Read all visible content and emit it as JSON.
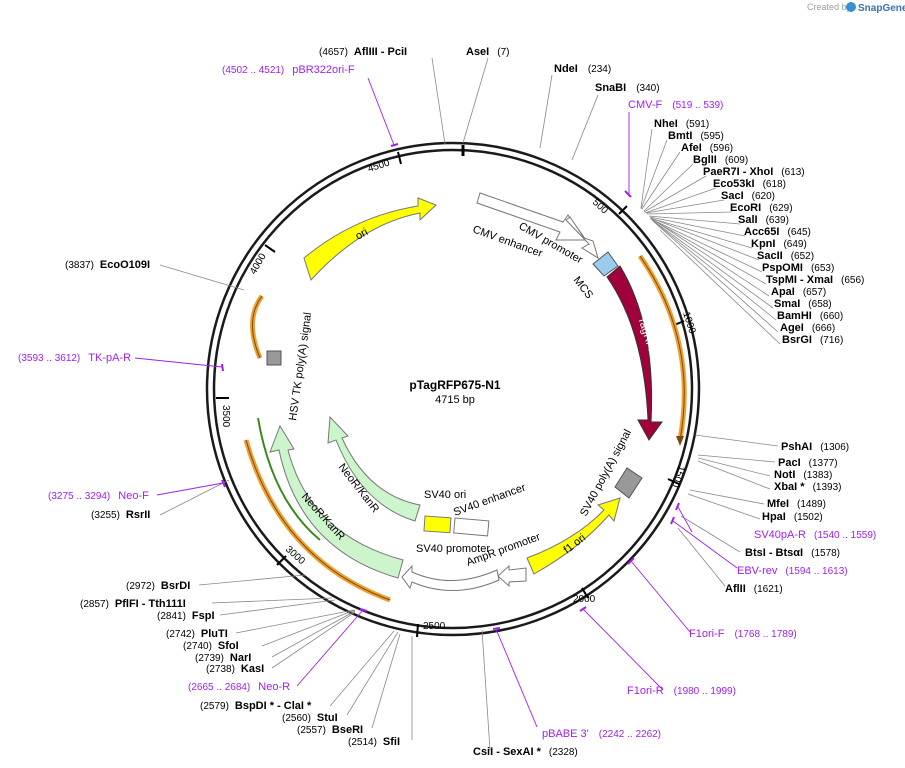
{
  "plasmid": {
    "name": "pTagRFP675-N1",
    "size": "4715 bp"
  },
  "brand": {
    "created_by": "Created by",
    "app": "SnapGene"
  },
  "ticks": [
    "500",
    "1000",
    "1500",
    "2000",
    "2500",
    "3000",
    "3500",
    "4000",
    "4500"
  ],
  "sites": [
    {
      "name": "AflIII  - PciI",
      "pos": "(4657)"
    },
    {
      "name": "AseI",
      "pos": "(7)"
    },
    {
      "name": "NdeI",
      "pos": "(234)"
    },
    {
      "name": "SnaBI",
      "pos": "(340)"
    },
    {
      "name": "NheI",
      "pos": "(591)"
    },
    {
      "name": "BmtI",
      "pos": "(595)"
    },
    {
      "name": "AfeI",
      "pos": "(596)"
    },
    {
      "name": "BglII",
      "pos": "(609)"
    },
    {
      "name": "PaeR7I  - XhoI",
      "pos": "(613)"
    },
    {
      "name": "Eco53kI",
      "pos": "(618)"
    },
    {
      "name": "SacI",
      "pos": "(620)"
    },
    {
      "name": "EcoRI",
      "pos": "(629)"
    },
    {
      "name": "SalI",
      "pos": "(639)"
    },
    {
      "name": "Acc65I",
      "pos": "(645)"
    },
    {
      "name": "KpnI",
      "pos": "(649)"
    },
    {
      "name": "SacII",
      "pos": "(652)"
    },
    {
      "name": "PspOMI",
      "pos": "(653)"
    },
    {
      "name": "TspMI  - XmaI",
      "pos": "(656)"
    },
    {
      "name": "ApaI",
      "pos": "(657)"
    },
    {
      "name": "SmaI",
      "pos": "(658)"
    },
    {
      "name": "BamHI",
      "pos": "(660)"
    },
    {
      "name": "AgeI",
      "pos": "(666)"
    },
    {
      "name": "BsrGI",
      "pos": "(716)"
    },
    {
      "name": "PshAI",
      "pos": "(1306)"
    },
    {
      "name": "PacI",
      "pos": "(1377)"
    },
    {
      "name": "NotI",
      "pos": "(1383)"
    },
    {
      "name": "XbaI *",
      "pos": "(1393)"
    },
    {
      "name": "MfeI",
      "pos": "(1489)"
    },
    {
      "name": "HpaI",
      "pos": "(1502)"
    },
    {
      "name": "BtsI  - BtsαI",
      "pos": "(1578)"
    },
    {
      "name": "AflII",
      "pos": "(1621)"
    },
    {
      "name": "CsiI  - SexAI *",
      "pos": "(2328)"
    },
    {
      "name": "SfiI",
      "pos": "(2514)"
    },
    {
      "name": "BseRI",
      "pos": "(2557)"
    },
    {
      "name": "StuI",
      "pos": "(2560)"
    },
    {
      "name": "BspDI *  - ClaI *",
      "pos": "(2579)"
    },
    {
      "name": "KasI",
      "pos": "(2738)"
    },
    {
      "name": "NarI",
      "pos": "(2739)"
    },
    {
      "name": "SfoI",
      "pos": "(2740)"
    },
    {
      "name": "PluTI",
      "pos": "(2742)"
    },
    {
      "name": "FspI",
      "pos": "(2841)"
    },
    {
      "name": "PflFI  - Tth111I",
      "pos": "(2857)"
    },
    {
      "name": "BsrDI",
      "pos": "(2972)"
    },
    {
      "name": "RsrII",
      "pos": "(3255)"
    },
    {
      "name": "EcoO109I",
      "pos": "(3837)"
    }
  ],
  "primers": [
    {
      "name": "pBR322ori-F",
      "range": "(4502 .. 4521)"
    },
    {
      "name": "CMV-F",
      "range": "(519 .. 539)"
    },
    {
      "name": "SV40pA-R",
      "range": "(1540 .. 1559)"
    },
    {
      "name": "EBV-rev",
      "range": "(1594 .. 1613)"
    },
    {
      "name": "F1ori-F",
      "range": "(1768 .. 1789)"
    },
    {
      "name": "F1ori-R",
      "range": "(1980 .. 1999)"
    },
    {
      "name": "pBABE 3'",
      "range": "(2242 .. 2262)"
    },
    {
      "name": "Neo-R",
      "range": "(2665 .. 2684)"
    },
    {
      "name": "Neo-F",
      "range": "(3275 .. 3294)"
    },
    {
      "name": "TK-pA-R",
      "range": "(3593 .. 3612)"
    }
  ],
  "features": {
    "cmv_enhancer": "CMV enhancer",
    "cmv_promoter": "CMV promoter",
    "mcs": "MCS",
    "tagrfp": "TagRFP657",
    "sv40_polya": "SV40 poly(A) signal",
    "f1_ori": "f1 ori",
    "ampr_promoter": "AmpR promoter",
    "sv40_promoter": "SV40 promoter",
    "sv40_enhancer": "SV40 enhancer",
    "sv40_ori": "SV40 ori",
    "neo_inner": "NeoR/KanR",
    "neo_outer": "NeoR/KanR",
    "hsv_tk": "HSV TK poly(A) signal",
    "ori": "ori"
  },
  "colors": {
    "backbone": "#1a1a1a",
    "primer": "#a020f0",
    "tagrfp": "#a0003c",
    "ori": "#ffff00",
    "neo": "#ccf5cc",
    "mcs": "#99ccee",
    "polya": "#999999",
    "orange": "#f0a030"
  }
}
